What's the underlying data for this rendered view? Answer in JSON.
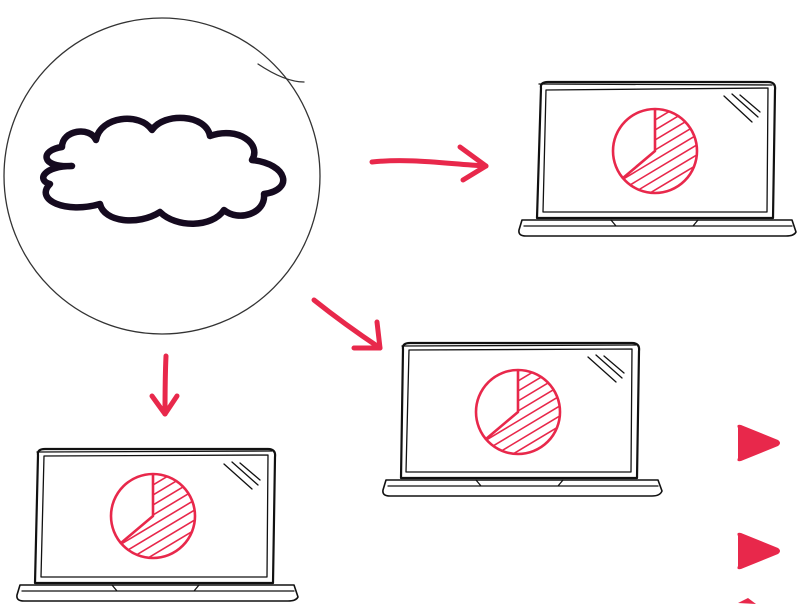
{
  "diagram": {
    "nodes": [
      {
        "id": "cloud",
        "kind": "cloud",
        "icon": "cloud-icon"
      },
      {
        "id": "client-1",
        "kind": "laptop",
        "icon": "pie-chart-icon"
      },
      {
        "id": "client-2",
        "kind": "laptop",
        "icon": "pie-chart-icon"
      },
      {
        "id": "client-3",
        "kind": "laptop",
        "icon": "pie-chart-icon"
      }
    ],
    "edges": [
      {
        "from": "cloud",
        "to": "client-1"
      },
      {
        "from": "cloud",
        "to": "client-2"
      },
      {
        "from": "cloud",
        "to": "client-3"
      }
    ],
    "pie_filled_fraction": 0.38,
    "nav": {
      "icon": "play-icon",
      "count": 2
    },
    "colors": {
      "accent": "#e8284b",
      "ink": "#111111",
      "cloud_ink": "#150a1f",
      "background": "#ffffff"
    }
  }
}
